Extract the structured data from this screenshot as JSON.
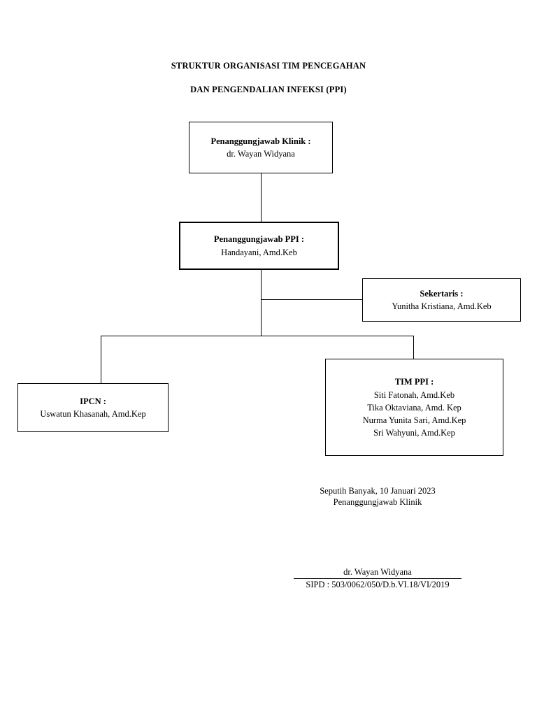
{
  "document": {
    "title_line_1": "STRUKTUR ORGANISASI TIM PENCEGAHAN",
    "title_line_2": "DAN PENGENDALIAN INFEKSI (PPI)"
  },
  "chart_data": {
    "type": "diagram",
    "diagram_kind": "organizational-chart",
    "orientation": "top-down",
    "nodes": [
      {
        "id": "penanggungjawab-klinik",
        "role": "Penanggungjawab Klinik :",
        "person": "dr. Wayan Widyana",
        "level": 0,
        "border": "thin"
      },
      {
        "id": "penanggungjawab-ppi",
        "role": "Penanggungjawab PPI :",
        "person": "Handayani, Amd.Keb",
        "level": 1,
        "border": "thick"
      },
      {
        "id": "sekretaris",
        "role": "Sekertaris :",
        "person": "Yunitha Kristiana, Amd.Keb",
        "level": 2,
        "border": "thin"
      },
      {
        "id": "ipcn",
        "role": "IPCN :",
        "person": "Uswatun Khasanah, Amd.Kep",
        "level": 3,
        "border": "thin"
      },
      {
        "id": "tim-ppi",
        "role": "TIM PPI :",
        "members": [
          "Siti Fatonah, Amd.Keb",
          "Tika Oktaviana, Amd. Kep",
          "Nurma Yunita Sari, Amd.Kep",
          "Sri Wahyuni, Amd.Kep"
        ],
        "level": 3,
        "border": "thin"
      }
    ],
    "edges": [
      {
        "from": "penanggungjawab-klinik",
        "to": "penanggungjawab-ppi"
      },
      {
        "from": "penanggungjawab-ppi",
        "to": "sekretaris"
      },
      {
        "from": "penanggungjawab-ppi",
        "to": "ipcn"
      },
      {
        "from": "penanggungjawab-ppi",
        "to": "tim-ppi"
      }
    ],
    "line_color": "#000000",
    "background": "#ffffff"
  },
  "signature": {
    "place_date": "Seputih Banyak, 10 Januari 2023",
    "title": "Penanggungjawab Klinik",
    "name": "dr. Wayan Widyana",
    "license": "SIPD : 503/0062/050/D.b.VI.18/VI/2019"
  }
}
